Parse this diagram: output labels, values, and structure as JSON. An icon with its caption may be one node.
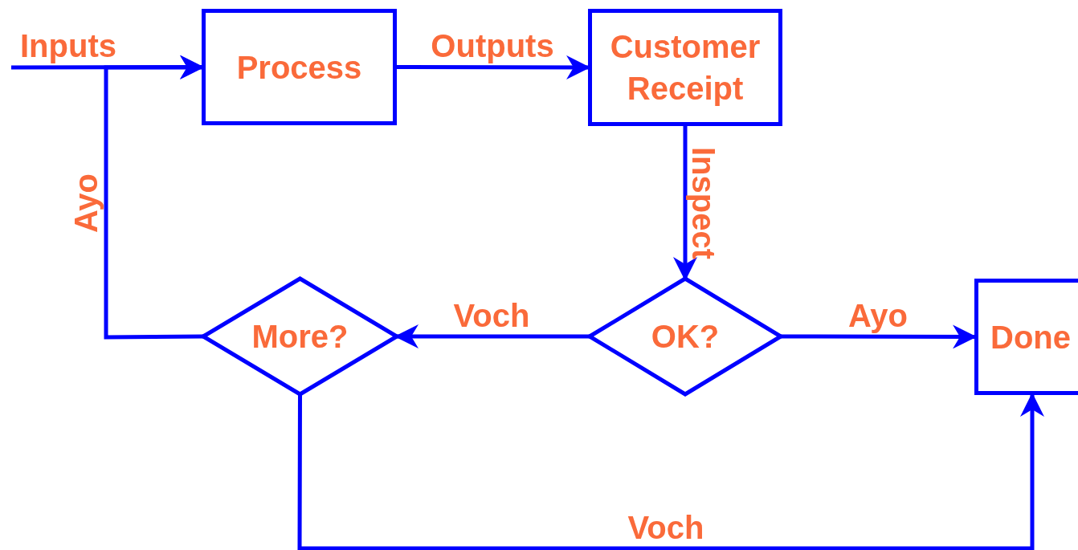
{
  "diagram": {
    "nodes": [
      {
        "text": [
          "Process"
        ]
      },
      {
        "text": [
          "Customer Receipt"
        ]
      },
      {
        "text": [
          "OK?"
        ]
      },
      {
        "text": [
          "More?"
        ]
      },
      {
        "text": [
          "Done"
        ]
      }
    ],
    "edges": [
      {
        "from": null,
        "to": 0,
        "arrow": "to",
        "label": "Inputs"
      },
      {
        "from": 0,
        "to": 1,
        "arrow": "to",
        "label": "Outputs"
      },
      {
        "from": 1,
        "to": 2,
        "arrow": "to",
        "label": "Inspect"
      },
      {
        "from": 2,
        "to": 3,
        "arrow": "to",
        "label": "Voch"
      },
      {
        "from": 2,
        "to": 4,
        "arrow": "to",
        "label": "Ayo"
      },
      {
        "from": 3,
        "to": 0,
        "arrow": "to",
        "label": "Ayo"
      },
      {
        "from": 3,
        "to": 4,
        "arrow": "to",
        "label": "Voch"
      }
    ]
  }
}
